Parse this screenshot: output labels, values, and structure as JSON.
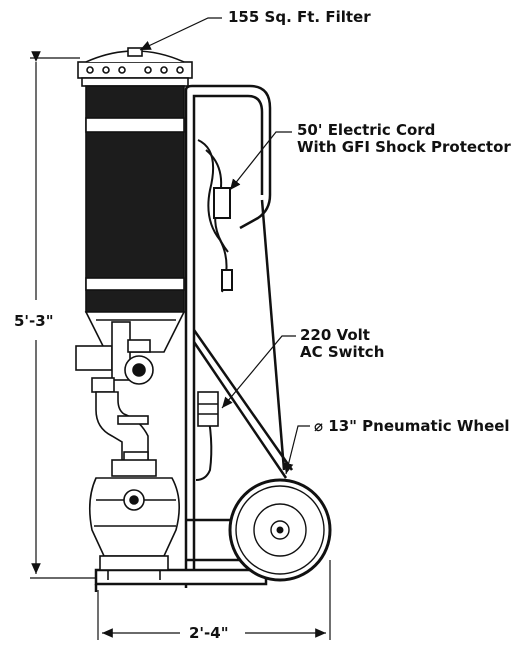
{
  "callouts": {
    "filter": "155 Sq. Ft. Filter",
    "cord_line1": "50' Electric Cord",
    "cord_line2": "With GFI Shock Protector",
    "switch_line1": "220 Volt",
    "switch_line2": "AC Switch",
    "wheel": "⌀ 13\" Pneumatic Wheel"
  },
  "dimensions": {
    "height": "5'-3\"",
    "width": "2'-4\""
  },
  "colors": {
    "ink": "#111111",
    "tank_fill": "#1c1c1c",
    "tank_band": "#ffffff",
    "background": "#ffffff"
  }
}
